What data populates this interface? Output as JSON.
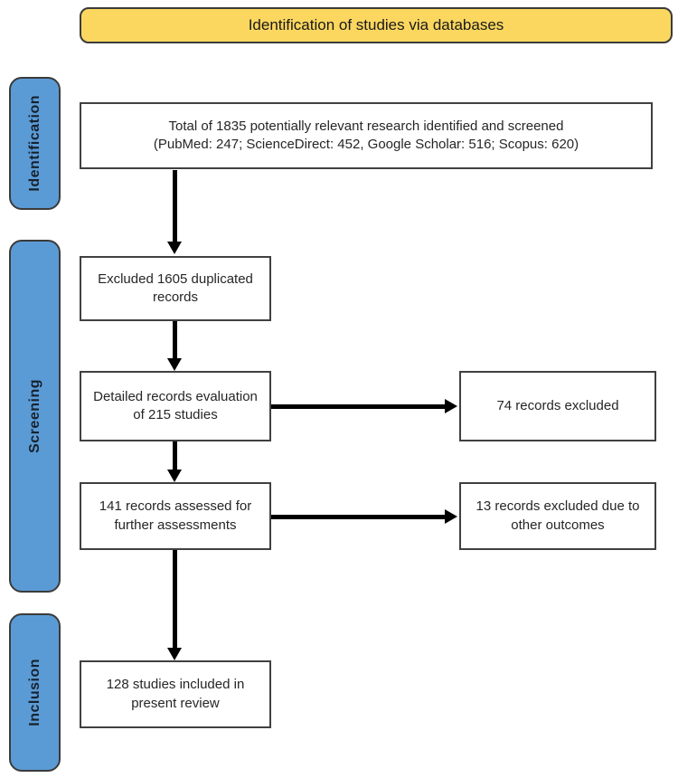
{
  "diagram": {
    "title_banner": "Identification of studies via databases",
    "stages": [
      {
        "label": "Identification"
      },
      {
        "label": "Screening"
      },
      {
        "label": "Inclusion"
      }
    ],
    "boxes": {
      "identified_line1": "Total of 1835 potentially relevant research identified and screened",
      "identified_line2": "(PubMed: 247; ScienceDirect: 452, Google Scholar: 516; Scopus: 620)",
      "duplicates_excluded": "Excluded 1605 duplicated records",
      "detailed_evaluation": "Detailed records evaluation of 215 studies",
      "records_excluded": "74 records excluded",
      "further_assessment": "141 records assessed for further assessments",
      "excluded_other_outcomes": "13 records excluded due to other outcomes",
      "included_review": "128 studies included in present review"
    },
    "colors": {
      "banner_fill": "#FBD75F",
      "banner_border": "#3B3B3B",
      "stage_fill": "#5B9BD5",
      "stage_border": "#3B3B3B",
      "box_border": "#404040",
      "arrow": "#000000"
    }
  }
}
